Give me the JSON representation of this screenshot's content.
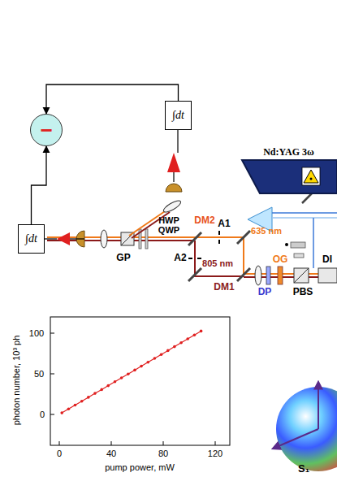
{
  "diagram": {
    "nodes": [
      {
        "text": [
          "Nd:YAG 3ω"
        ]
      },
      {
        "text": [
          "−"
        ]
      },
      {
        "text": [
          "∫dt"
        ]
      },
      {
        "text": [
          "∫dt"
        ]
      }
    ],
    "edges": [
      {
        "from": 2,
        "to": 1,
        "arrow": "to"
      },
      {
        "from": 3,
        "to": 1,
        "arrow": "to"
      }
    ],
    "labels": [
      "HWP",
      "QWP",
      "GP",
      "DM2",
      "A1",
      "635 nm",
      "A2",
      "805 nm",
      "DM1",
      "OG",
      "DP",
      "PBS",
      "DI",
      "S₁",
      "0",
      "50",
      "100",
      "0",
      "40",
      "80",
      "120",
      "photon number, 10³ ph",
      "pump power, mW"
    ]
  }
}
